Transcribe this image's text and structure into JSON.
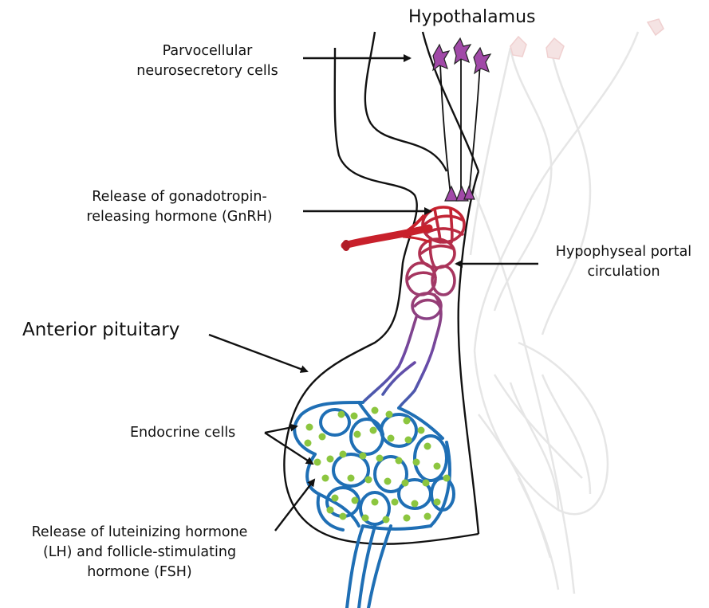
{
  "title": "Hypothalamus",
  "labels": {
    "parvocellular": [
      "Parvocellular",
      "neurosecretory cells"
    ],
    "gnrh": [
      "Release of gonadotropin-",
      "releasing hormone (GnRH)"
    ],
    "portal": [
      "Hypophyseal portal",
      "circulation"
    ],
    "anterior": "Anterior pituitary",
    "endocrine": "Endocrine cells",
    "lh_fsh": [
      "Release of luteinizing hormone",
      "(LH) and follicle-stimulating",
      "hormone (FSH)"
    ]
  },
  "colors": {
    "outline": "#111111",
    "neuron": "#a149a8",
    "artery": "#c8202b",
    "vein": "#1f6fb5",
    "endocrine_cell": "#8cc63f",
    "faded": "#e6e6e6"
  }
}
